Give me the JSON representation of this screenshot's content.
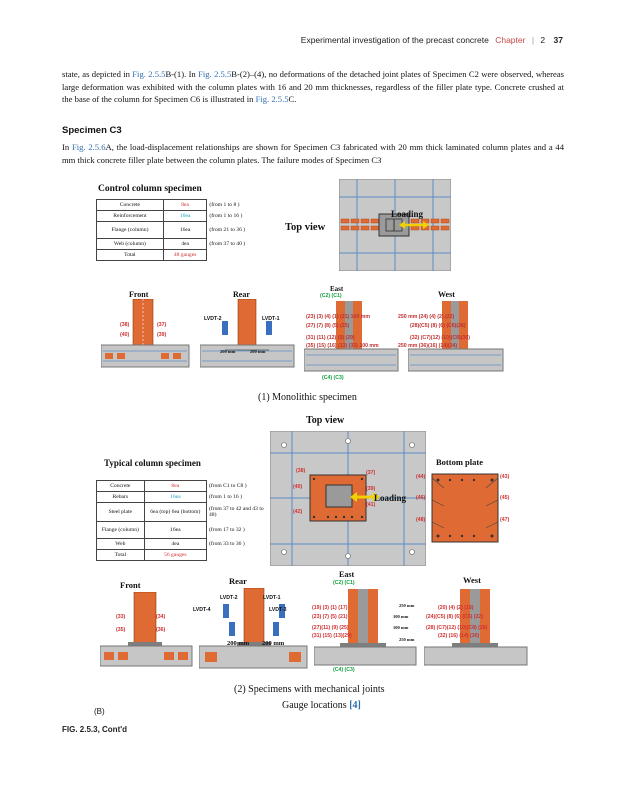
{
  "header": {
    "running_title": "Experimental investigation of the precast concrete",
    "chapter_label": "Chapter",
    "chapter_no": "2",
    "page_no": "37"
  },
  "para1": {
    "t1": "state, as depicted in ",
    "l1": "Fig. 2.5.5",
    "t2": "B-(1). In ",
    "l2": "Fig. 2.5.5",
    "t3": "B-(2)–(4), no deformations of the detached joint plates of Specimen C2 were observed, whereas large deformation was exhibited with the column plates with 16 and 20 mm thicknesses, regardless of the filler plate type. Concrete crushed at the base of the column for Specimen C6 is illustrated in ",
    "l3": "Fig. 2.5.5",
    "t4": "C."
  },
  "section": "Specimen C3",
  "para2": {
    "t1": "In ",
    "l1": "Fig. 2.5.6",
    "t2": "A, the load-displacement relationships are shown for Specimen C3 fabricated with 20 mm thick laminated column plates and a 44 mm thick concrete filler plate between the column plates. The failure modes of Specimen C3"
  },
  "fig1": {
    "title": "Control  column specimen",
    "table": [
      [
        "Concrete",
        "8ea",
        "(from 1 to 8 )"
      ],
      [
        "Reinforcement",
        "16ea",
        "(from 1 to 16 )"
      ],
      [
        "Flange (column)",
        "16ea",
        "(from 21 to 36 )"
      ],
      [
        "Web (column)",
        "4ea",
        "(from 37 to 40 )"
      ],
      [
        "Total",
        "48 gauges",
        ""
      ]
    ],
    "top_view": "Top view",
    "loading": "Loading",
    "front": "Front",
    "rear": "Rear",
    "east": "East",
    "west": "West",
    "lvdt2": "LVDT-2",
    "lvdt1": "LVDT-1",
    "dim200a": "200 mm",
    "dim200b": "200 mm",
    "c2c1": "(C2) (C1)",
    "c4c3": "(C4)  (C3)",
    "front_labels": [
      "(38)",
      "(37)",
      "(40)",
      "(39)"
    ],
    "east_rows": [
      "(23) (3) (4) (1) (21) 100 mm",
      "(27) (7) (8) (5) (25)",
      "(31) (11) (12) (9) (29)",
      "(35) (15) (16) (13) (33) 100 mm"
    ],
    "west_rows": [
      "250 mm (24) (4) (2) (22)",
      "(28)(C5) (8) (6) (C6)(26)",
      "(32) (C7)(12) (10)(C8)(30)",
      "250 mm (36)(16) (14)(34)"
    ],
    "caption": "(1) Monolithic specimen"
  },
  "fig2": {
    "top_view": "Top view",
    "title": "Typical column  specimen",
    "bottom_plate": "Bottom plate",
    "loading": "Loading",
    "table": [
      [
        "Concrete",
        "8ea",
        "(from C1 to C8 )"
      ],
      [
        "Rebars",
        "16ea",
        "(from 1 to 16 )"
      ],
      [
        "Steel plate",
        "6ea (top) 6ea (bottom)",
        "(from 37 to 42 and 43 to 48)"
      ],
      [
        "Flange (column)",
        "16ea",
        "(from 17 to 32 )"
      ],
      [
        "Web",
        "4ea",
        "(from 33 to 36 )"
      ],
      [
        "Total",
        "56 gauges",
        ""
      ]
    ],
    "top_labels": [
      "(38)",
      "(37)",
      "(40)",
      "(39)",
      "(42)",
      "(41)"
    ],
    "bottom_labels": [
      "(44)",
      "(43)",
      "(46)",
      "(45)",
      "(48)",
      "(47)"
    ],
    "front": "Front",
    "rear": "Rear",
    "east": "East",
    "west": "West",
    "lvdt2": "LVDT-2",
    "lvdt1": "LVDT-1",
    "lvdt4": "LVDT-4",
    "lvdt3": "LVDT-3",
    "dim200a": "200 mm",
    "dim200b": "200 mm",
    "front_labels": [
      "(33)",
      "(34)",
      "(35)",
      "(36)"
    ],
    "c2c1": "(C2) (C1)",
    "c4c3": "(C4)  (C3)",
    "east_rows": [
      "(19) (3) (1) (17)",
      "(23) (7) (5) (21)",
      "(27)(11) (9) (25)",
      "(31) (15) (13)(29)"
    ],
    "east_dims": [
      "250 mm",
      "100 mm",
      "100 mm",
      "250 mm"
    ],
    "west_rows": [
      "(20) (4) (2) (18)",
      "(24)(C5) (8) (6) (C6) (22)",
      "(28) (C7)(12) (10)(C8) (26)",
      "(32) (16) (14) (30)"
    ],
    "caption": "(2) Specimens with mechanical joints",
    "gauge_text": "Gauge locations ",
    "gauge_ref": "[4]"
  },
  "panel_label": "(B)",
  "fig_caption": "FIG. 2.5.3, Cont'd",
  "colors": {
    "link": "#2f6fae",
    "concrete": "#e06a34",
    "plate": "#7e7e7e",
    "red": "#d03030",
    "green": "#15a040",
    "cyan": "#1aa0c8"
  }
}
